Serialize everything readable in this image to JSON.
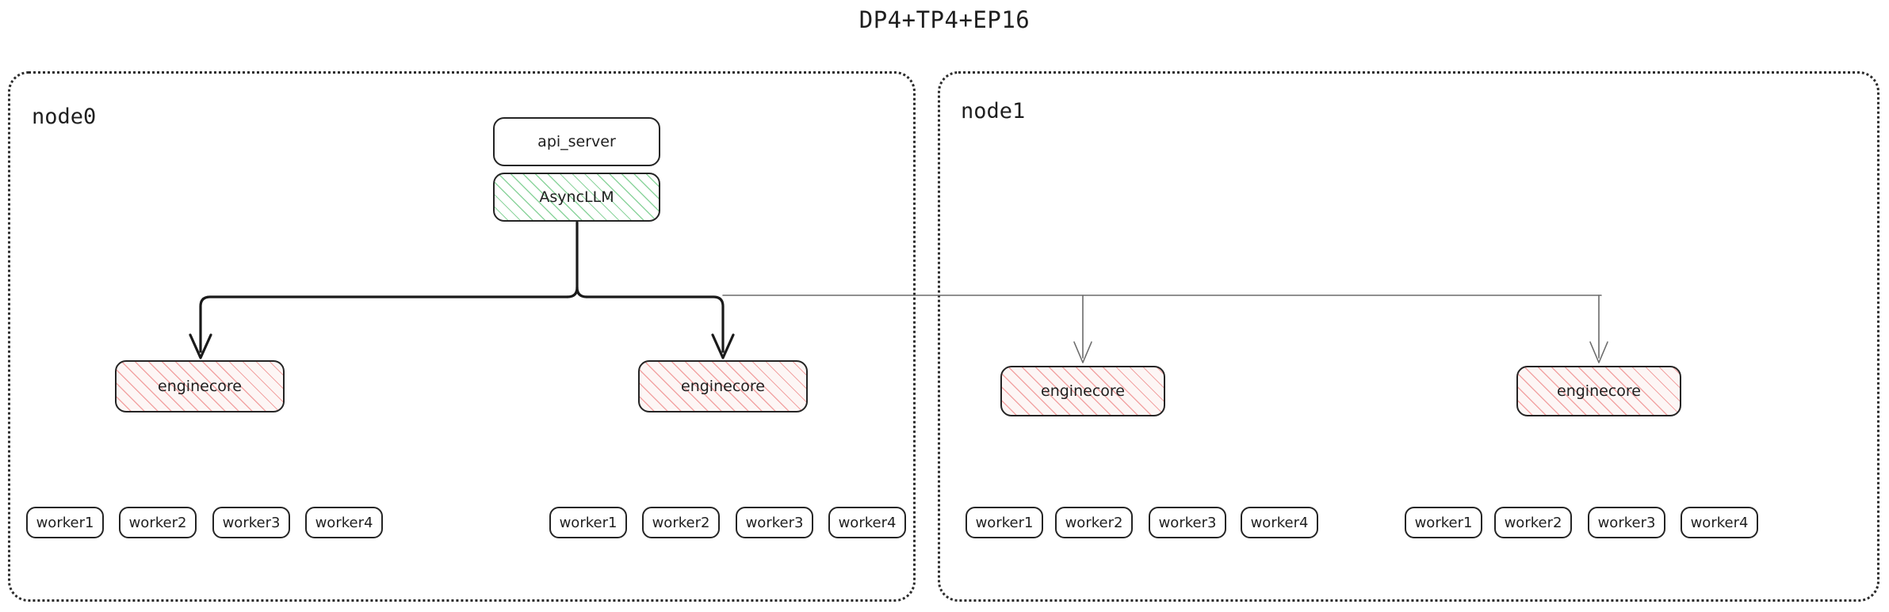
{
  "title": "DP4+TP4+EP16",
  "colors": {
    "border": "#242424",
    "container_border": "#2b2b2b",
    "asyncllm_hatch": "#78cd8c",
    "enginecore_hatch": "#f09696",
    "edge_strong": "#1a1a1a",
    "edge_faint": "#6b6b6b",
    "text": "#1f1f1f",
    "background": "#ffffff"
  },
  "nodes": [
    {
      "label": "node0",
      "api_server": "api_server",
      "async_llm": "AsyncLLM",
      "enginecores": [
        {
          "label": "enginecore",
          "workers": [
            "worker1",
            "worker2",
            "worker3",
            "worker4"
          ]
        },
        {
          "label": "enginecore",
          "workers": [
            "worker1",
            "worker2",
            "worker3",
            "worker4"
          ]
        }
      ]
    },
    {
      "label": "node1",
      "enginecores": [
        {
          "label": "enginecore",
          "workers": [
            "worker1",
            "worker2",
            "worker3",
            "worker4"
          ]
        },
        {
          "label": "enginecore",
          "workers": [
            "worker1",
            "worker2",
            "worker3",
            "worker4"
          ]
        }
      ]
    }
  ]
}
